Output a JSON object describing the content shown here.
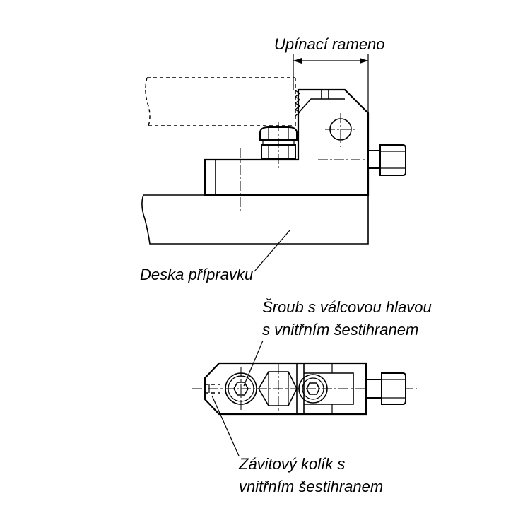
{
  "labels": {
    "clamp_arm": "Upínací rameno",
    "fixture_plate": "Deska přípravku",
    "socket_screw_line1": "Šroub s válcovou hlavou",
    "socket_screw_line2": "s vnitřním šestihranem",
    "set_screw_line1": "Závitový kolík s",
    "set_screw_line2": "vnitřním šestihranem"
  }
}
